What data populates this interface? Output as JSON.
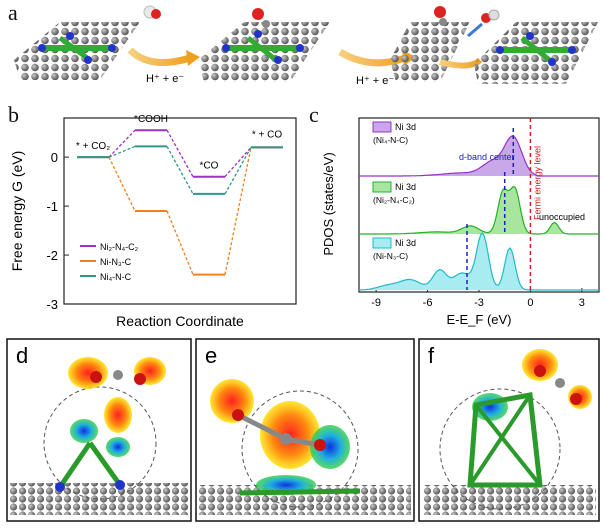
{
  "panel_a": {
    "letter": "a",
    "step1_label": "H⁺ + e⁻",
    "step2_label": "H⁺ + e⁻"
  },
  "panel_d": {
    "letter": "d"
  },
  "panel_e": {
    "letter": "e"
  },
  "panel_f": {
    "letter": "f"
  },
  "chart_data": [
    {
      "panel": "b",
      "type": "line",
      "ylabel": "Free energy G (eV)",
      "xlabel": "Reaction Coordinate",
      "ylim": [
        -3,
        0.8
      ],
      "yticks": [
        "0",
        "-1",
        "-2",
        "-3"
      ],
      "categories": [
        "* + CO₂",
        "*COOH",
        "*CO",
        "* + CO"
      ],
      "series": [
        {
          "name": "Ni₂-N₄-C₂",
          "color": "#9b30c8",
          "values": [
            0,
            0.55,
            -0.4,
            0.2
          ]
        },
        {
          "name": "Ni-N₃-C",
          "color": "#f08020",
          "values": [
            0,
            -1.1,
            -2.4,
            0.2
          ]
        },
        {
          "name": "Ni₄-N-C",
          "color": "#2a9a8a",
          "values": [
            0,
            0.22,
            -0.75,
            0.2
          ]
        }
      ],
      "legend": "bottom-left"
    },
    {
      "panel": "c",
      "type": "area",
      "ylabel": "PDOS (states/eV)",
      "xlabel": "E-E_F (eV)",
      "xlim": [
        -10,
        4
      ],
      "xticks": [
        "-9",
        "-6",
        "-3",
        "0",
        "3"
      ],
      "series": [
        {
          "name": "Ni 3d",
          "subtitle": "(Ni₄-N-C)",
          "color": "#9b30c8",
          "dband_center": -1.0
        },
        {
          "name": "Ni 3d",
          "subtitle": "(Ni₂-N₄-C₂)",
          "color": "#22b322",
          "dband_center": -1.5
        },
        {
          "name": "Ni 3d",
          "subtitle": "(Ni-N₃-C)",
          "color": "#22b8c8",
          "dband_center": -3.7
        }
      ],
      "annotations": [
        "d-band center",
        "Fermi energy level",
        "unoccupied"
      ]
    }
  ],
  "panel_b": {
    "letter": "b"
  },
  "panel_c": {
    "letter": "c"
  }
}
